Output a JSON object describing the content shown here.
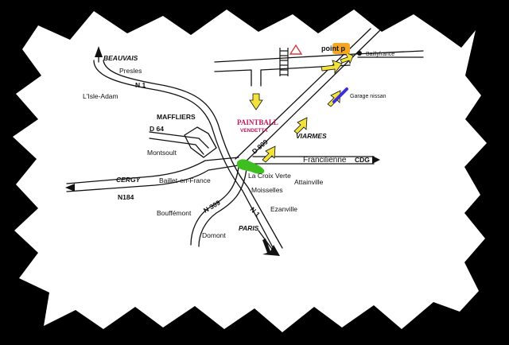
{
  "places": {
    "beauvais": "BEAUVAIS",
    "presles": "Presles",
    "lisle_adam": "L'Isle-Adam",
    "maffliers": "MAFFLIERS",
    "montsoult": "Montsoult",
    "cergy": "CERGY",
    "baillet": "Baillet-en-France",
    "bouffemont": "Bouffémont",
    "domont": "Domont",
    "paris": "PARIS",
    "ezanville": "Ezanville",
    "moisselles": "Moisselles",
    "attainville": "Attainville",
    "la_croix_verte": "La Croix Verte",
    "viarmes": "VIARMES",
    "baillyfrance": "Baillyfrance",
    "garage": "Garage nissan",
    "point_p": "point p",
    "francilienne": "Francilienne",
    "cdg": "CDG"
  },
  "roads": {
    "n1_north": "N 1",
    "n1_south": "N 1",
    "d64": "D 64",
    "d909": "D 909",
    "n184": "N184",
    "n309": "N 309"
  },
  "logo": {
    "line1": "PAINTBALL",
    "line2": "VENDETTA"
  },
  "colors": {
    "background": "#000000",
    "map": "#ffffff",
    "arrow": "#f2e23a",
    "destination": "#3fbf1f",
    "garage_marker": "#3b2fd8",
    "point_p_badge": "#f5a623",
    "warning_triangle": "#d93a3a",
    "logo_magenta": "#c2185b"
  }
}
